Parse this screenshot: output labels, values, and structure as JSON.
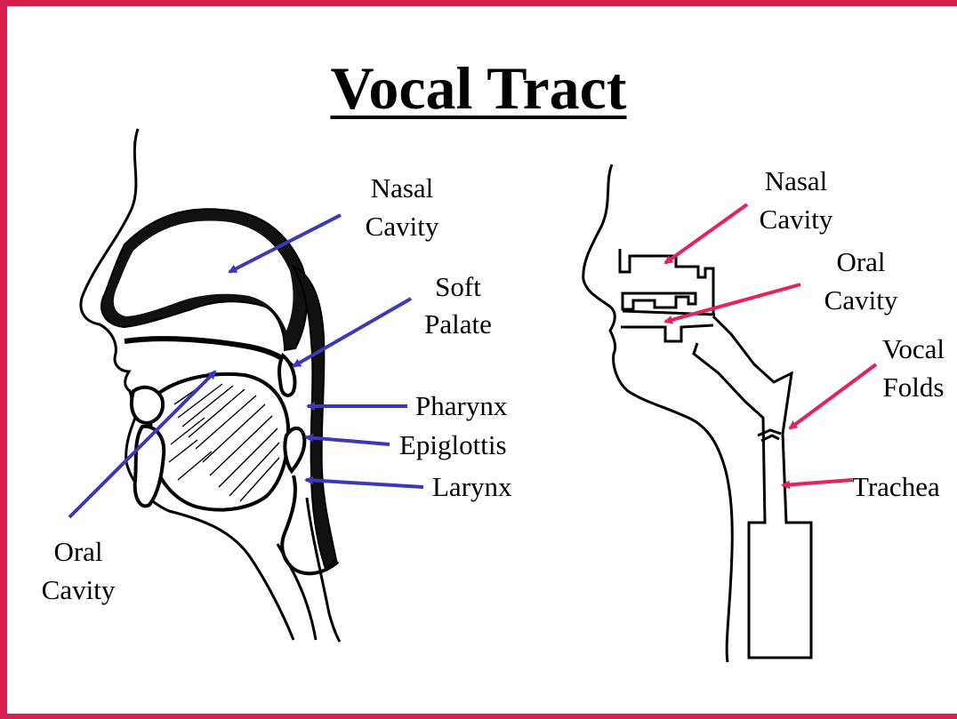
{
  "title": "Vocal Tract",
  "colors": {
    "frame": "#d81e4f",
    "blue_arrow": "#3a3ab8",
    "pink_arrow": "#e5215e",
    "ink": "#000000"
  },
  "left_diagram": {
    "labels": {
      "nasal_line1": "Nasal",
      "nasal_line2": "Cavity",
      "soft_line1": "Soft",
      "soft_line2": "Palate",
      "pharynx": "Pharynx",
      "epiglottis": "Epiglottis",
      "larynx": "Larynx",
      "oral_line1": "Oral",
      "oral_line2": "Cavity"
    }
  },
  "right_diagram": {
    "labels": {
      "nasal_line1": "Nasal",
      "nasal_line2": "Cavity",
      "oral_line1": "Oral",
      "oral_line2": "Cavity",
      "vocal_line1": "Vocal",
      "vocal_line2": "Folds",
      "trachea": "Trachea"
    }
  }
}
